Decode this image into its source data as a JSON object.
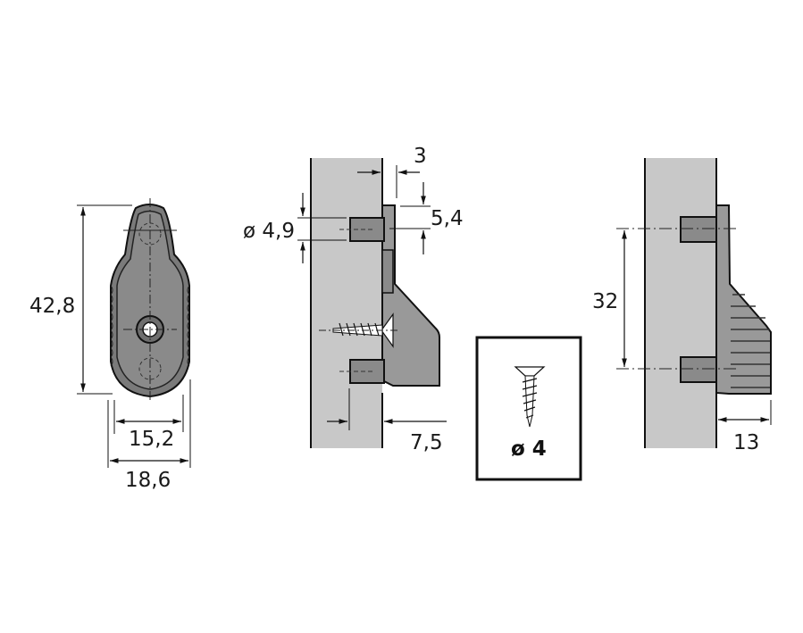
{
  "drawing": {
    "views": {
      "front": {
        "dimensions": {
          "height": "42,8",
          "inner_width": "15,2",
          "outer_width": "18,6"
        }
      },
      "side": {
        "dimensions": {
          "hole_diameter": "ø 4,9",
          "offset_top": "3",
          "flange_height": "5,4",
          "depth": "7,5"
        }
      },
      "screw_box": {
        "label": "ø 4"
      },
      "side_32": {
        "dimensions": {
          "hole_spacing": "32",
          "projection": "13"
        }
      }
    },
    "colors": {
      "panel": "#c8c8c8",
      "part": "#7d7d7d",
      "part_light": "#999999",
      "line": "#1a1a1a"
    }
  }
}
